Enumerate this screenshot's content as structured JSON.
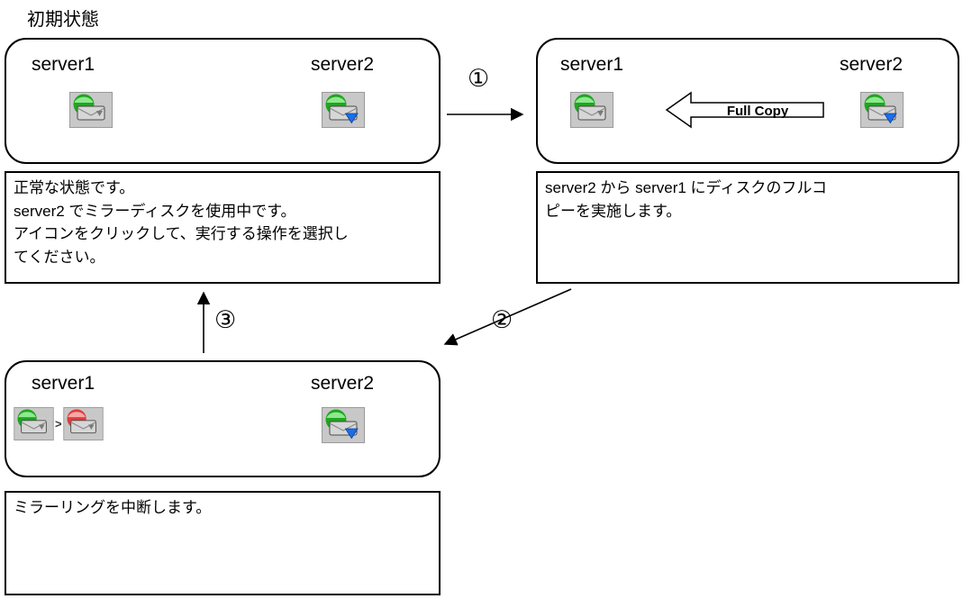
{
  "page": {
    "title": "初期状態"
  },
  "colors": {
    "ball_green": "#1fa61f",
    "ball_green_light": "#8fe88f",
    "ball_red": "#e23b3b",
    "ball_red_light": "#f5a8a8",
    "triangle_blue": "#1a6ee8",
    "icon_panel": "#c8c8c8"
  },
  "state_initial": {
    "server1": "server1",
    "server2": "server2",
    "desc": "正常な状態です。\nserver2 でミラーディスクを使用中です。\nアイコンをクリックして、実行する操作を選択し\nてください。"
  },
  "state_fullcopy": {
    "server1": "server1",
    "server2": "server2",
    "full_copy_label": "Full Copy",
    "desc": "server2 から server1 にディスクのフルコ\nピーを実施します。"
  },
  "state_suspend": {
    "server1": "server1",
    "server2": "server2",
    "icon_separator": ">",
    "desc": "ミラーリングを中断します。"
  },
  "arrows": {
    "step1_label": "①",
    "step2_label": "②",
    "step3_label": "③"
  },
  "icons": {
    "normal": "mirror-disk-normal-icon",
    "active": "mirror-disk-active-icon",
    "error": "mirror-disk-error-icon"
  }
}
